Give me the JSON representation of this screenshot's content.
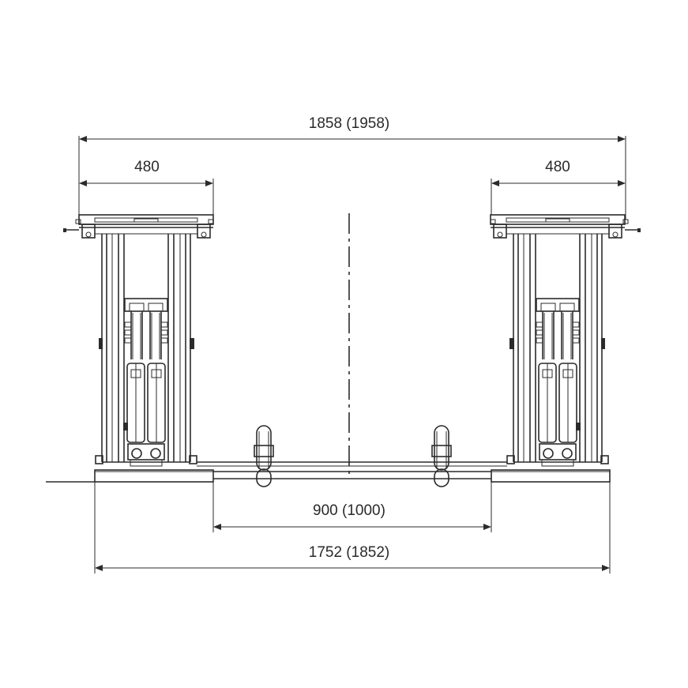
{
  "dimensions": {
    "overall_top": "1858 (1958)",
    "left_platform": "480",
    "right_platform": "480",
    "inner_gap": "900 (1000)",
    "overall_base": "1752 (1852)"
  },
  "colors": {
    "line": "#2b2b2b",
    "background": "#ffffff"
  }
}
